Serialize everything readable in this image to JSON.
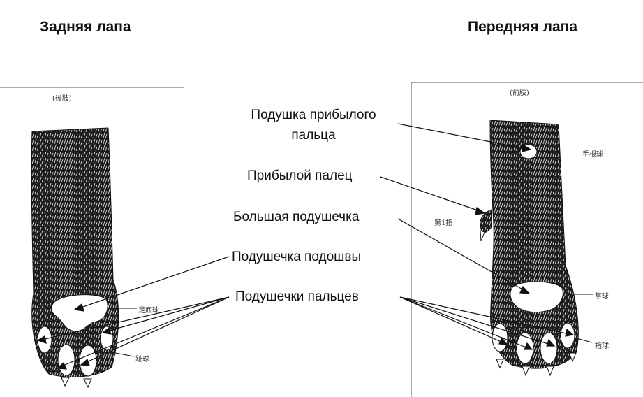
{
  "titles": {
    "hind": "Задняя лапа",
    "front": "Передняя лапа"
  },
  "labels": {
    "dewclaw_pad": "Подушка прибылого пальца",
    "dewclaw": "Прибылой палец",
    "big_pad": "Большая подушечка",
    "sole_pad": "Подушечка подошвы",
    "toe_pads": "Подушечки пальцев"
  },
  "source_captions": {
    "hind_header": "(後肢)",
    "front_header": "(前肢)",
    "hind_sole_pad": "足底球",
    "hind_toe_pads": "趾球",
    "front_dewclaw_pad": "手根球",
    "front_dewclaw": "第1指",
    "front_palm_pad": "掌球",
    "front_toe_pads": "指球"
  },
  "colors": {
    "fur": "#1c1c1c",
    "fur_stroke": "#f2f2f2",
    "pad": "#ffffff",
    "line": "#111111"
  }
}
